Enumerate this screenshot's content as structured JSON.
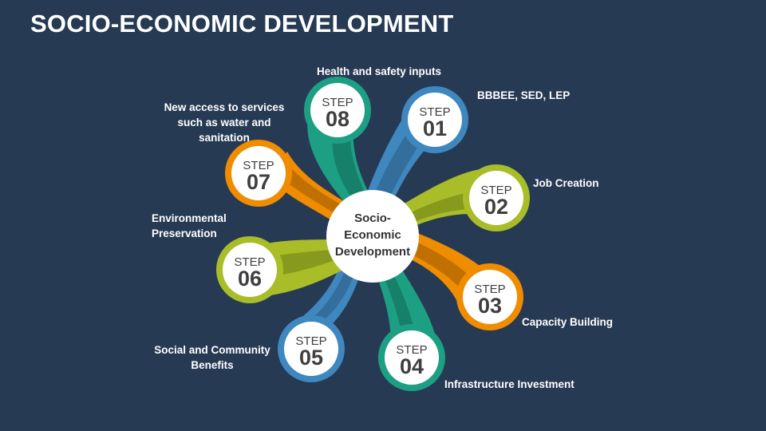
{
  "title": "SOCIO-ECONOMIC DEVELOPMENT",
  "center": {
    "lines": [
      "Socio-",
      "Economic",
      "Development"
    ]
  },
  "step_word": "STEP",
  "colors": {
    "background": "#263a54",
    "blue": "#3f87bf",
    "green": "#a8bd27",
    "orange": "#f08c00",
    "teal": "#1d9f83"
  },
  "steps": [
    {
      "number": "01",
      "label": "BBBEE, SED, LEP",
      "color": "blue"
    },
    {
      "number": "02",
      "label": "Job Creation",
      "color": "green"
    },
    {
      "number": "03",
      "label": "Capacity Building",
      "color": "orange"
    },
    {
      "number": "04",
      "label": "Infrastructure Investment",
      "color": "teal"
    },
    {
      "number": "05",
      "label": "Social and Community\nBenefits",
      "color": "blue"
    },
    {
      "number": "06",
      "label": "Environmental\nPreservation",
      "color": "green"
    },
    {
      "number": "07",
      "label": "New access to services\nsuch as water and\nsanitation",
      "color": "orange"
    },
    {
      "number": "08",
      "label": "Health and safety inputs",
      "color": "teal"
    }
  ]
}
